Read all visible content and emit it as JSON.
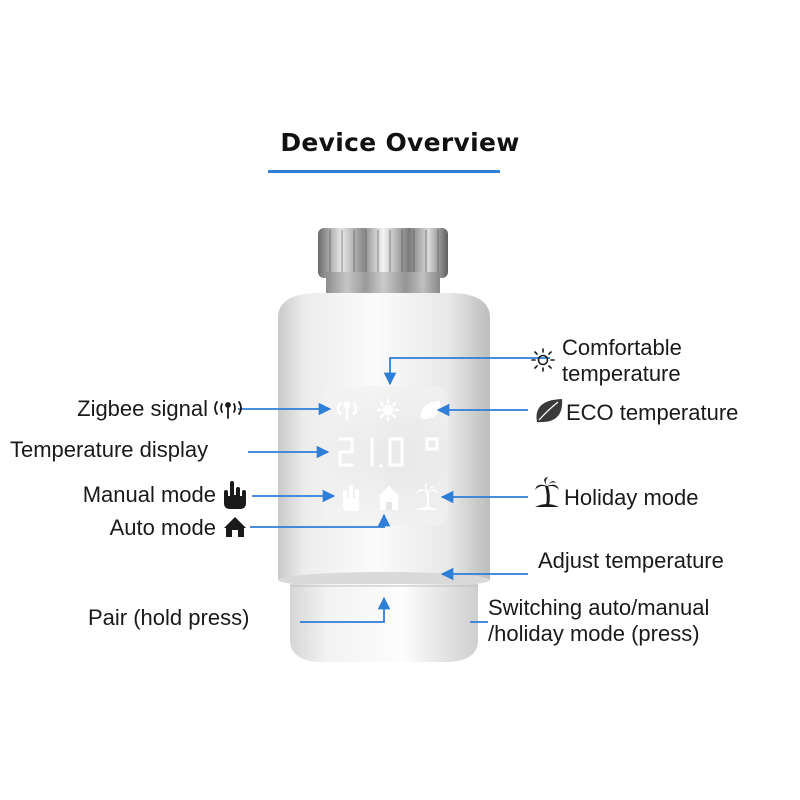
{
  "title": "Device Overview",
  "labels": {
    "comfortable_line1": "Comfortable",
    "comfortable_line2": "temperature",
    "zigbee": "Zigbee signal",
    "eco": "ECO temperature",
    "temp_display": "Temperature display",
    "manual": "Manual mode",
    "holiday": "Holiday mode",
    "auto": "Auto mode",
    "adjust": "Adjust temperature",
    "pair": "Pair (hold press)",
    "switch_line1": "Switching auto/manual",
    "switch_line2": "/holiday mode (press)"
  },
  "display": {
    "reading": "21.0°"
  },
  "colors": {
    "accent": "#2f7ed8",
    "led": "#ffffff",
    "body": "#f2f2f2",
    "icon": "#1a1a1a"
  },
  "icons": [
    "zigbee-signal-icon",
    "sun-icon",
    "leaf-icon",
    "hand-icon",
    "house-icon",
    "palm-tree-icon",
    "arrow-icon"
  ]
}
